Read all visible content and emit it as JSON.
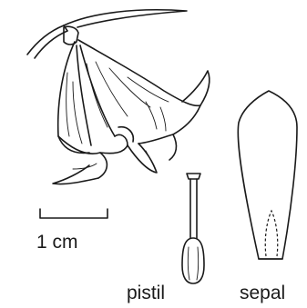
{
  "labels": {
    "scale": "1 cm",
    "pistil": "pistil",
    "sepal": "sepal"
  },
  "colors": {
    "ink": "#1a1a1a",
    "background": "#ffffff"
  }
}
